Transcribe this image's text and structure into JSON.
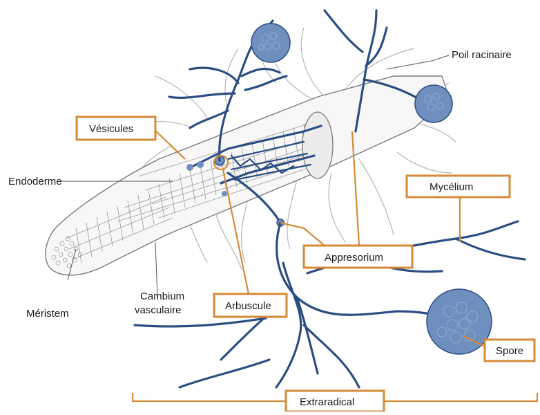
{
  "colors": {
    "hypha": "#2b4d82",
    "spore": "#6f8fbf",
    "label_box_border": "#d58a35",
    "root": "#f7f7f7"
  },
  "labels": {
    "poil_racinaire": "Poil racinaire",
    "vesicules": "Vésicules",
    "endoderme": "Endoderme",
    "mycelium": "Mycélium",
    "appresorium": "Appresorium",
    "arbuscule": "Arbuscule",
    "cambium_line1": "Cambium",
    "cambium_line2": "vasculaire",
    "meristem": "Méristem",
    "spore": "Spore",
    "extraradical": "Extraradical"
  }
}
